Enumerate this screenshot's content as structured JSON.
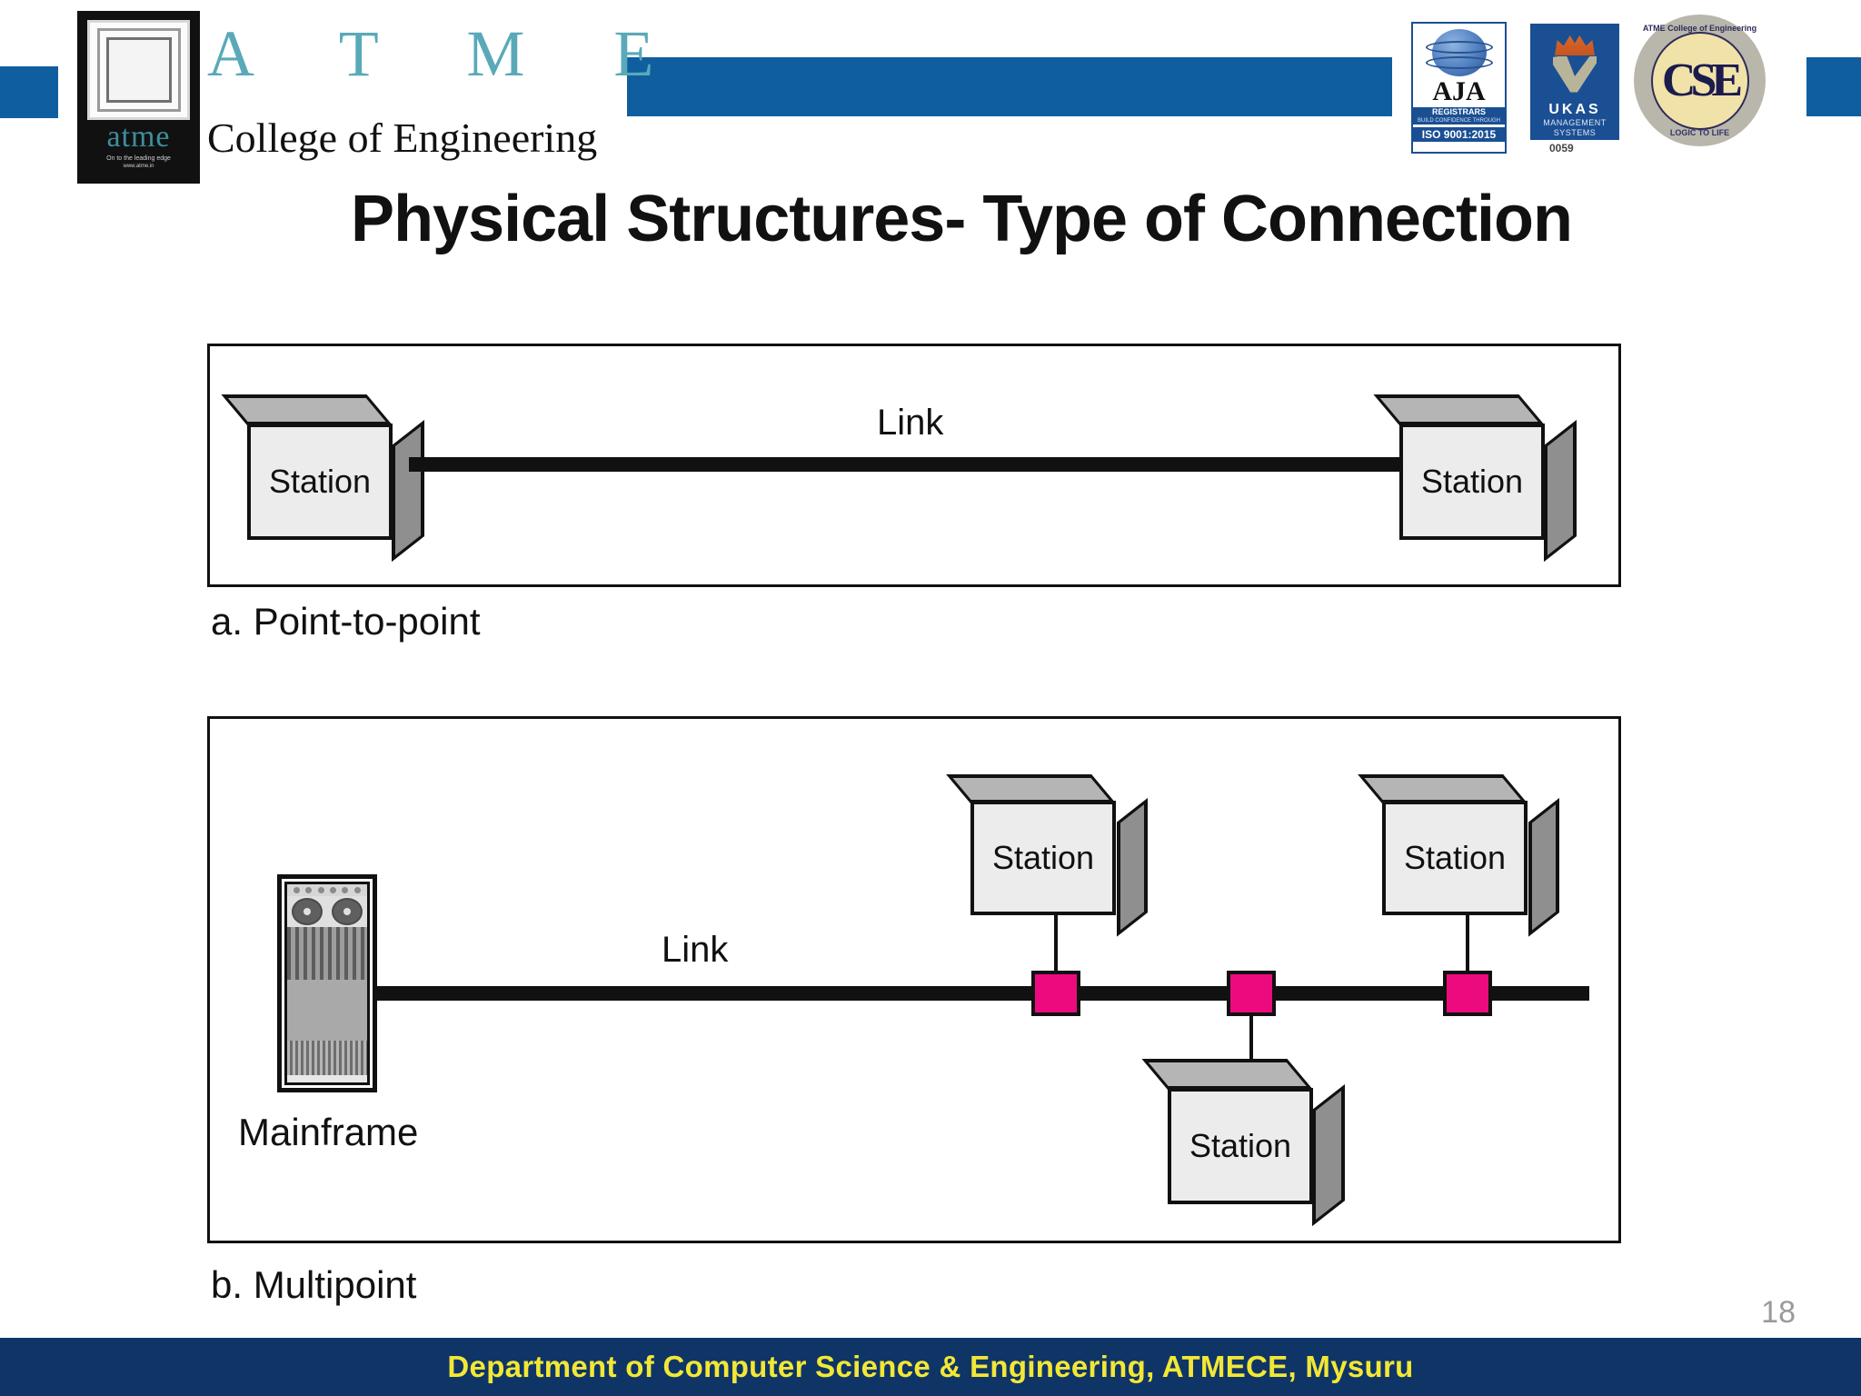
{
  "header": {
    "institute_letters": "A T M E",
    "institute_name": "College of Engineering",
    "logo_word": "atme",
    "logo_tagline": "On to the leading edge",
    "logo_url": "www.atme.in",
    "accent_blue": "#0F5FA0",
    "letters_teal": "#5AA9B8",
    "badges": {
      "aja": {
        "name": "AJA",
        "registrars": "REGISTRARS",
        "sub": "BUILD CONFIDENCE THROUGH",
        "iso": "ISO 9001:2015"
      },
      "ukas": {
        "name": "UKAS",
        "line1": "MANAGEMENT",
        "line2": "SYSTEMS",
        "number": "0059"
      },
      "cse": {
        "ring_top": "ATME College of Engineering",
        "ring_bottom": "LOGIC TO LIFE",
        "center": "CSE"
      }
    }
  },
  "title": "Physical Structures- Type of Connection",
  "diagrams": {
    "point_to_point": {
      "caption": "a. Point-to-point",
      "link_label": "Link",
      "stations": [
        {
          "label": "Station"
        },
        {
          "label": "Station"
        }
      ]
    },
    "multipoint": {
      "caption": "b. Multipoint",
      "link_label": "Link",
      "mainframe_label": "Mainframe",
      "stations": [
        {
          "label": "Station"
        },
        {
          "label": "Station"
        },
        {
          "label": "Station"
        }
      ],
      "tap_color": "#EC0B7E",
      "tap_count": 3
    }
  },
  "footer": {
    "text": "Department of Computer Science & Engineering, ATMECE, Mysuru",
    "bar_color": "#0F3566",
    "text_color": "#F2E736"
  },
  "page_number": "18"
}
